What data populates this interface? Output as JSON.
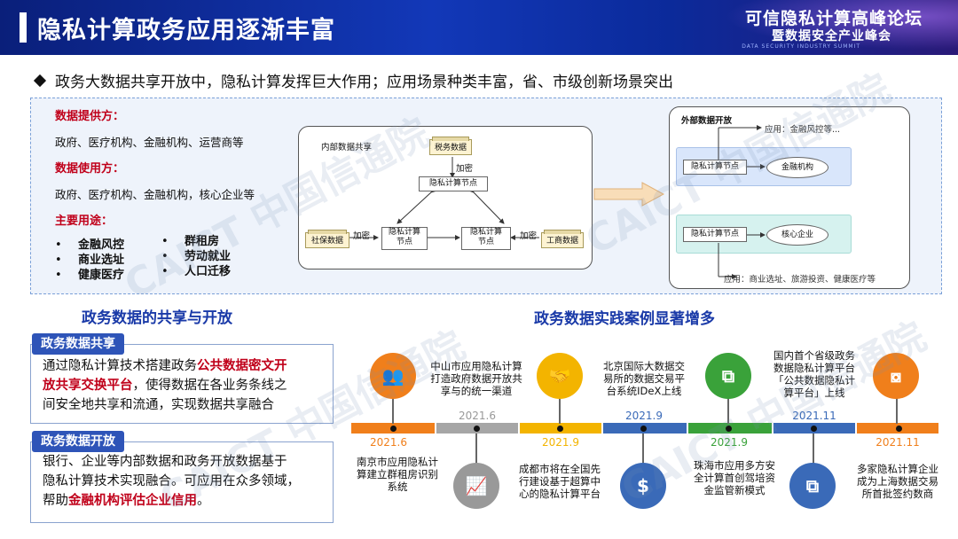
{
  "header": {
    "title": "隐私计算政务应用逐渐丰富",
    "brand_line1": "可信隐私计算高峰论坛",
    "brand_line2": "暨数据安全产业峰会",
    "brand_line3": "DATA SECURITY INDUSTRY SUMMIT"
  },
  "bullet": "政务大数据共享开放中，隐私计算发挥巨大作用；应用场景种类丰富，省、市级创新场景突出",
  "left_info": {
    "provider_heading": "数据提供方：",
    "provider_text": "政府、医疗机构、金融机构、运营商等",
    "user_heading": "数据使用方：",
    "user_text": "政府、医疗机构、金融机构，核心企业等",
    "use_heading": "主要用途：",
    "uses_col1": [
      "金融风控",
      "商业选址",
      "健康医疗"
    ],
    "uses_col2": [
      "群租房",
      "劳动就业",
      "人口迁移"
    ]
  },
  "inner_diagram": {
    "title": "内部数据共享",
    "tax": "税务数据",
    "encrypt": "加密",
    "node_top": "隐私计算节点",
    "node_left": "隐私计算\n节点",
    "node_right": "隐私计算\n节点",
    "social": "社保数据",
    "business": "工商数据"
  },
  "outer_diagram": {
    "title": "外部数据开放",
    "app_top": "应用：金融风控等...",
    "node1": "隐私计算节点",
    "oval1": "金融机构",
    "node2": "隐私计算节点",
    "oval2": "核心企业",
    "app_bottom": "应用：商业选址、旅游投资、健康医疗等"
  },
  "section_left": "政务数据的共享与开放",
  "section_right": "政务数据实践案例显著增多",
  "card_share": {
    "tag": "政务数据共享",
    "line1_a": "通过隐私计算技术搭建政务",
    "line1_hl": "公共数据密文开",
    "line2_hl": "放共享交换平台",
    "line2_b": "，使得数据在各业务条线之",
    "line3": "间安全地共享和流通，实现数据共享融合"
  },
  "card_open": {
    "tag": "政务数据开放",
    "line1": "银行、企业等内部数据和政务开放数据基于",
    "line2": "隐私计算技术实现融合。可应用在众多领域，",
    "line3_a": "帮助",
    "line3_hl": "金融机构评估企业信用",
    "line3_b": "。"
  },
  "timeline": {
    "dates_bottom": [
      "2021.6",
      "2021.9",
      "2021.9",
      "2021.11"
    ],
    "dates_top": [
      "2021.6",
      "2021.9",
      "2021.11"
    ],
    "top_captions": [
      "中山市应用隐私计算\n打造政府数据开放共\n享与的统一渠道",
      "北京国际大数据交\n易所的数据交易平\n台系统IDeX上线",
      "国内首个省级政务\n数据隐私计算平台\n「公共数据隐私计\n算平台」上线"
    ],
    "bottom_captions": [
      "南京市应用隐私计\n算建立群租房识别\n系统",
      "成都市将在全国先\n行建设基于超算中\n心的隐私计算平台",
      "珠海市应用多方安\n全计算首创驾培资\n金监管新模式",
      "多家隐私计算企业\n成为上海数据交易\n所首批签约数商"
    ]
  },
  "watermark": "CAICT 中国信通院",
  "colors": {
    "header_blue": "#1238b8",
    "accent_red": "#c0001a",
    "tag_blue": "#2e54b8",
    "timeline_orange": "#f07f1b",
    "timeline_gray": "#a6a6a6",
    "timeline_yellow": "#f3b400",
    "timeline_blue": "#3a6ab8",
    "timeline_green": "#3aa23a"
  }
}
